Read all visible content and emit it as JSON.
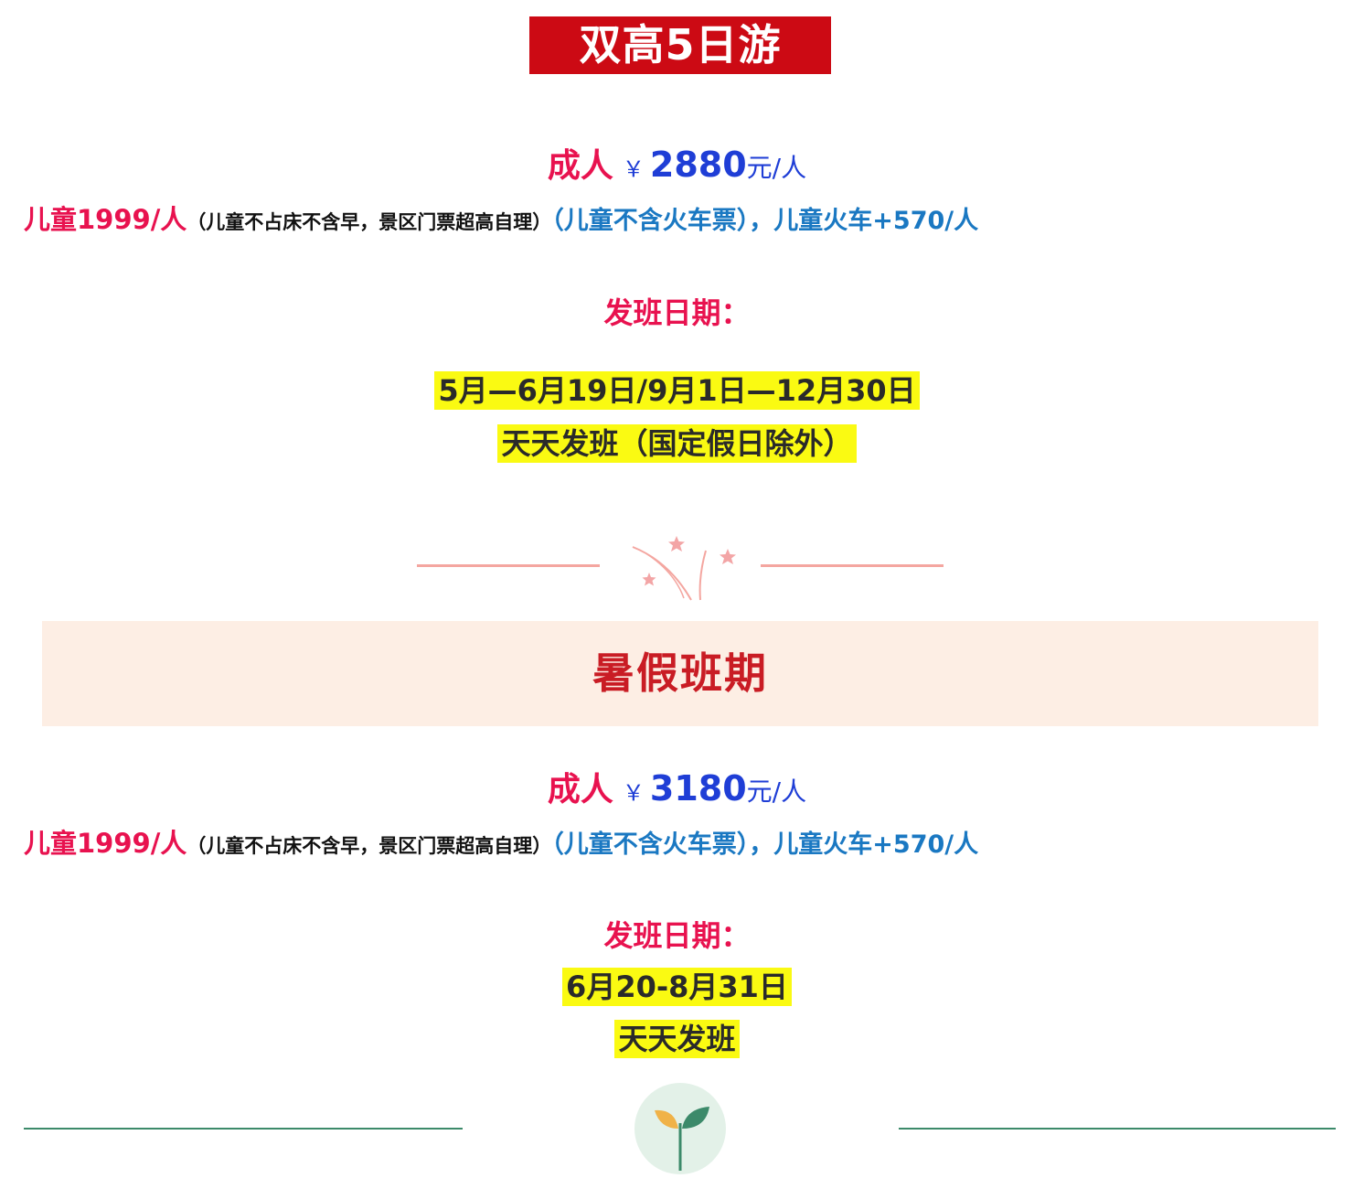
{
  "title": "双高5日游",
  "section1": {
    "adult_label": "成人",
    "currency": "￥",
    "adult_price": "2880",
    "unit": "元/人",
    "child_price": "儿童1999/人",
    "child_note": "（儿童不占床不含早，景区门票超高自理）",
    "child_train": "（儿童不含火车票），儿童火车+570/人",
    "dates_heading": "发班日期：",
    "dates_line1": "5月—6月19日/9月1日—12月30日",
    "dates_line2": "天天发班（国定假日除外）"
  },
  "section2": {
    "heading": "暑假班期",
    "adult_label": "成人",
    "currency": "￥",
    "adult_price": "3180",
    "unit": "元/人",
    "child_price": "儿童1999/人",
    "child_note": "（儿童不占床不含早，景区门票超高自理）",
    "child_train": "（儿童不含火车票），儿童火车+570/人",
    "dates_heading": "发班日期：",
    "dates_line1": "6月20-8月31日",
    "dates_line2": "天天发班"
  },
  "icons": {
    "divider": "fireworks-icon",
    "footer": "sprout-icon"
  },
  "colors": {
    "banner_red": "#cc0a14",
    "label_pink": "#e8124f",
    "price_blue": "#1f3ed6",
    "train_blue": "#1a78c2",
    "highlight_yellow": "#fafa12",
    "band_bg": "#fdeee4",
    "band_text": "#c91c24",
    "divider_pink": "#f4a6a0",
    "footer_green": "#3c8a6a"
  }
}
